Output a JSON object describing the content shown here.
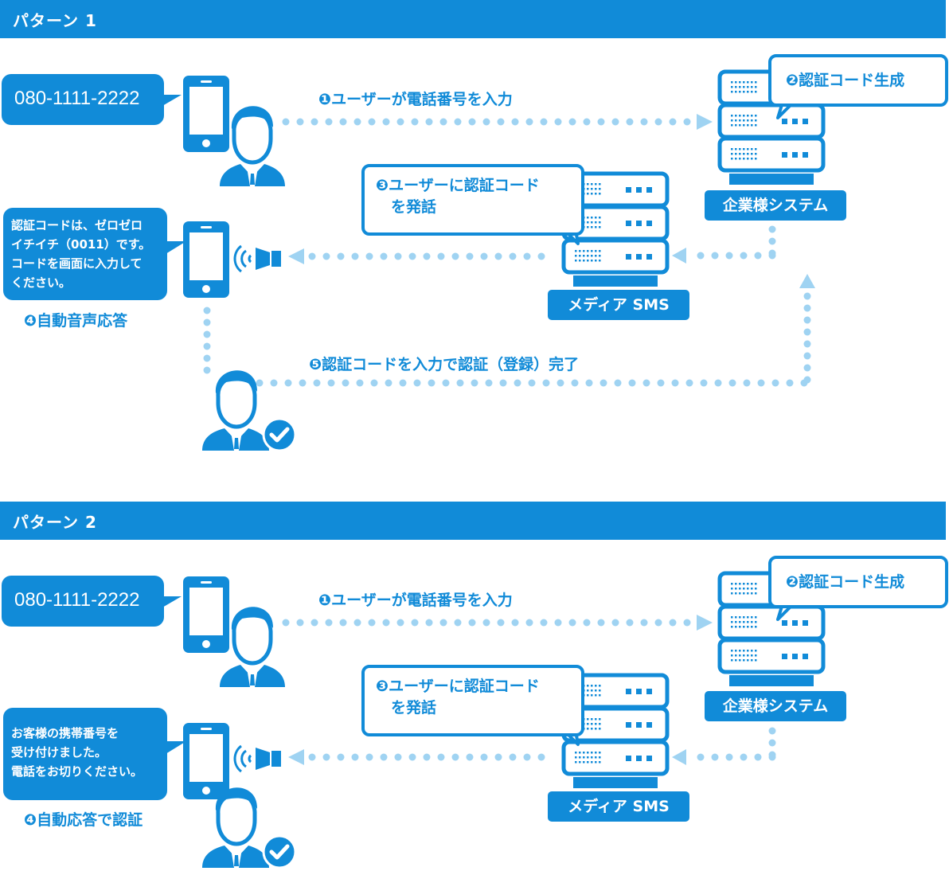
{
  "colors": {
    "primary": "#118bd8",
    "dotted_line": "#9fd3f2",
    "background": "#ffffff"
  },
  "patterns": [
    {
      "title": "パターン 1",
      "phone_number": "080-1111-2222",
      "step1": "❶ユーザーが電話番号を入力",
      "step2": "❷認証コード生成",
      "step3": "❸ユーザーに認証コード\n　を発話",
      "step4_message": "認証コードは、ゼロゼロ\nイチイチ（0011）です。\nコードを画面に入力して\nください。",
      "step4_label": "❹自動音声応答",
      "step5": "❺認証コードを入力で認証（登録）完了",
      "system_label": "企業様システム",
      "sms_label": "メディア SMS",
      "icons": [
        "smartphone-icon",
        "user-icon",
        "server-icon",
        "speaker-icon",
        "verified-user-icon"
      ]
    },
    {
      "title": "パターン 2",
      "phone_number": "080-1111-2222",
      "step1": "❶ユーザーが電話番号を入力",
      "step2": "❷認証コード生成",
      "step3": "❸ユーザーに認証コード\n　を発話",
      "step4_message": "お客様の携帯番号を\n受け付けました。\n電話をお切りください。",
      "step4_label": "❹自動応答で認証",
      "system_label": "企業様システム",
      "sms_label": "メディア SMS",
      "icons": [
        "smartphone-icon",
        "user-icon",
        "server-icon",
        "speaker-icon",
        "verified-user-icon"
      ]
    }
  ]
}
